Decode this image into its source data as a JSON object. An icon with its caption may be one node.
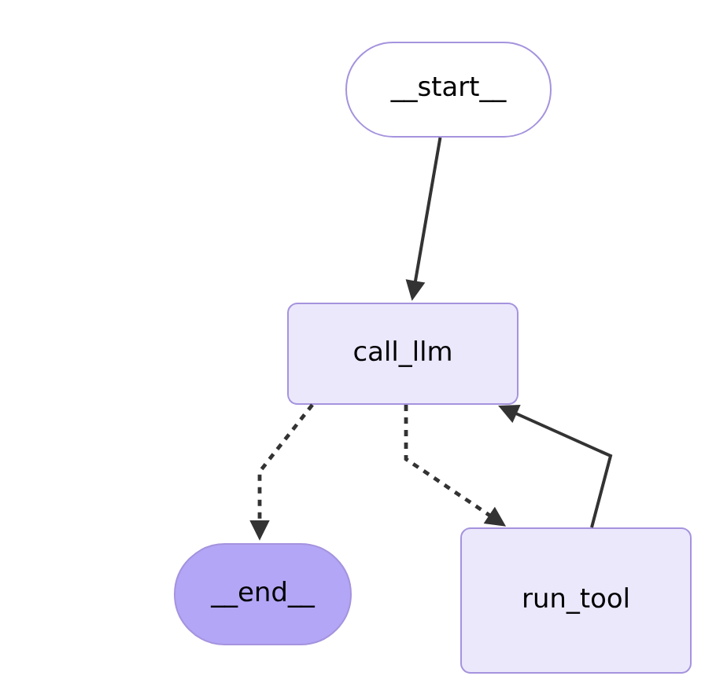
{
  "diagram": {
    "nodes": [
      {
        "text": [
          "__start__"
        ]
      },
      {
        "text": [
          "call_llm"
        ]
      },
      {
        "text": [
          "__end__"
        ]
      },
      {
        "text": [
          "run_tool"
        ]
      }
    ],
    "edges": [
      {
        "from": 0,
        "to": 1,
        "arrow": "to"
      },
      {
        "from": 1,
        "to": 2,
        "arrow": "to",
        "style": "dashed"
      },
      {
        "from": 1,
        "to": 3,
        "arrow": "to",
        "style": "dashed"
      },
      {
        "from": 3,
        "to": 1,
        "arrow": "to"
      }
    ]
  }
}
